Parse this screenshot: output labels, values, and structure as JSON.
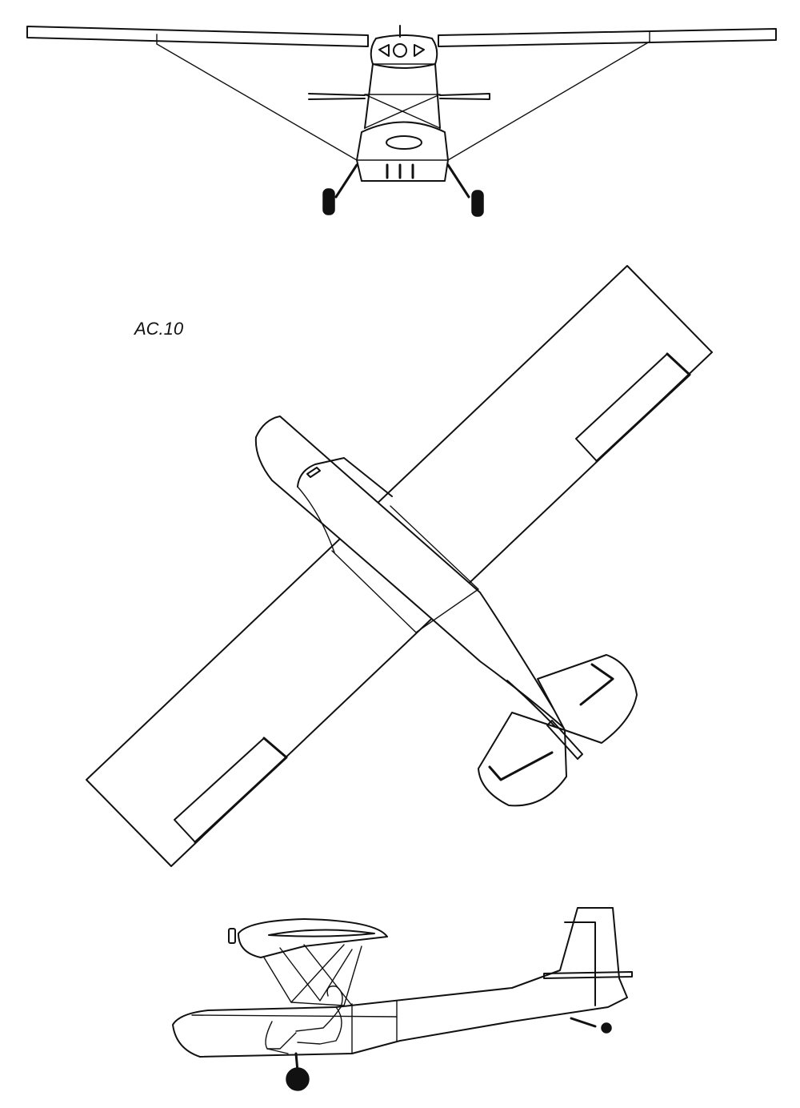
{
  "drawing": {
    "label": "AC.10",
    "views": [
      "front-view",
      "top-view",
      "side-view"
    ]
  }
}
